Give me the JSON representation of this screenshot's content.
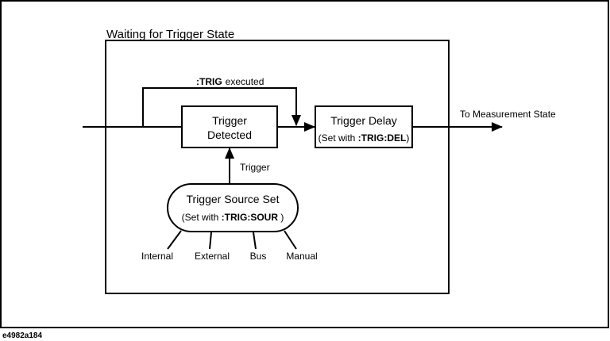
{
  "figure_id": "e4982a184",
  "waiting_state": {
    "title": "Waiting for Trigger State"
  },
  "trig_executed": {
    "command": ":TRIG",
    "text": "executed"
  },
  "trigger_detected": {
    "line1": "Trigger",
    "line2": "Detected"
  },
  "trigger_delay": {
    "title": "Trigger Delay",
    "set_prefix": "(Set with ",
    "command": ":TRIG:DEL",
    "set_suffix": ")"
  },
  "to_measurement": {
    "label": "To Measurement State"
  },
  "trigger_arrow": {
    "label": "Trigger"
  },
  "trigger_source": {
    "title": "Trigger Source Set",
    "set_prefix": "(Set with ",
    "command": ":TRIG:SOUR",
    "set_suffix": " )"
  },
  "sources": [
    "Internal",
    "External",
    "Bus",
    "Manual"
  ]
}
